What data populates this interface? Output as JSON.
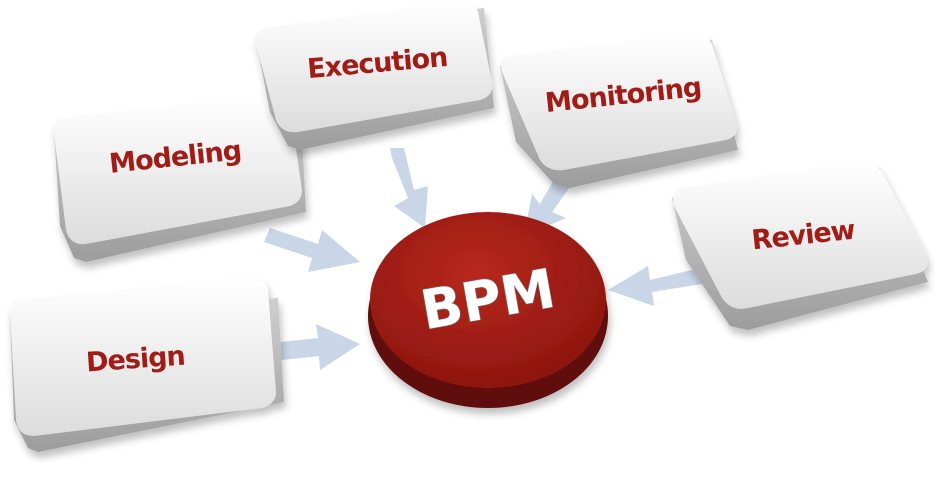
{
  "diagram": {
    "center": {
      "label": "BPM"
    },
    "keys": [
      {
        "label": "Design"
      },
      {
        "label": "Modeling"
      },
      {
        "label": "Execution"
      },
      {
        "label": "Monitoring"
      },
      {
        "label": "Review"
      }
    ],
    "colors": {
      "key_face": "#ececec",
      "key_side": "#b9b9b9",
      "label": "#a11a14",
      "hub": "#9a1a12",
      "hub_side": "#5e0d08",
      "arrow": "#c3d2e6"
    }
  }
}
